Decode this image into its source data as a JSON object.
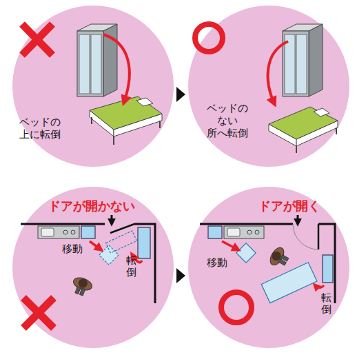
{
  "diagram": {
    "nodes": [
      {
        "text": [
          "ベッドの 上に転倒"
        ]
      },
      {
        "text": [
          "ベッドの ない 所へ転倒"
        ]
      },
      {
        "text": [
          "ドアが開かない",
          "移動",
          "転倒"
        ]
      },
      {
        "text": [
          "ドアが開く",
          "移動",
          "転倒"
        ]
      }
    ],
    "edges": [
      {
        "from": 0,
        "to": 1,
        "arrow": "to"
      },
      {
        "from": 2,
        "to": 3,
        "arrow": "to"
      }
    ]
  }
}
